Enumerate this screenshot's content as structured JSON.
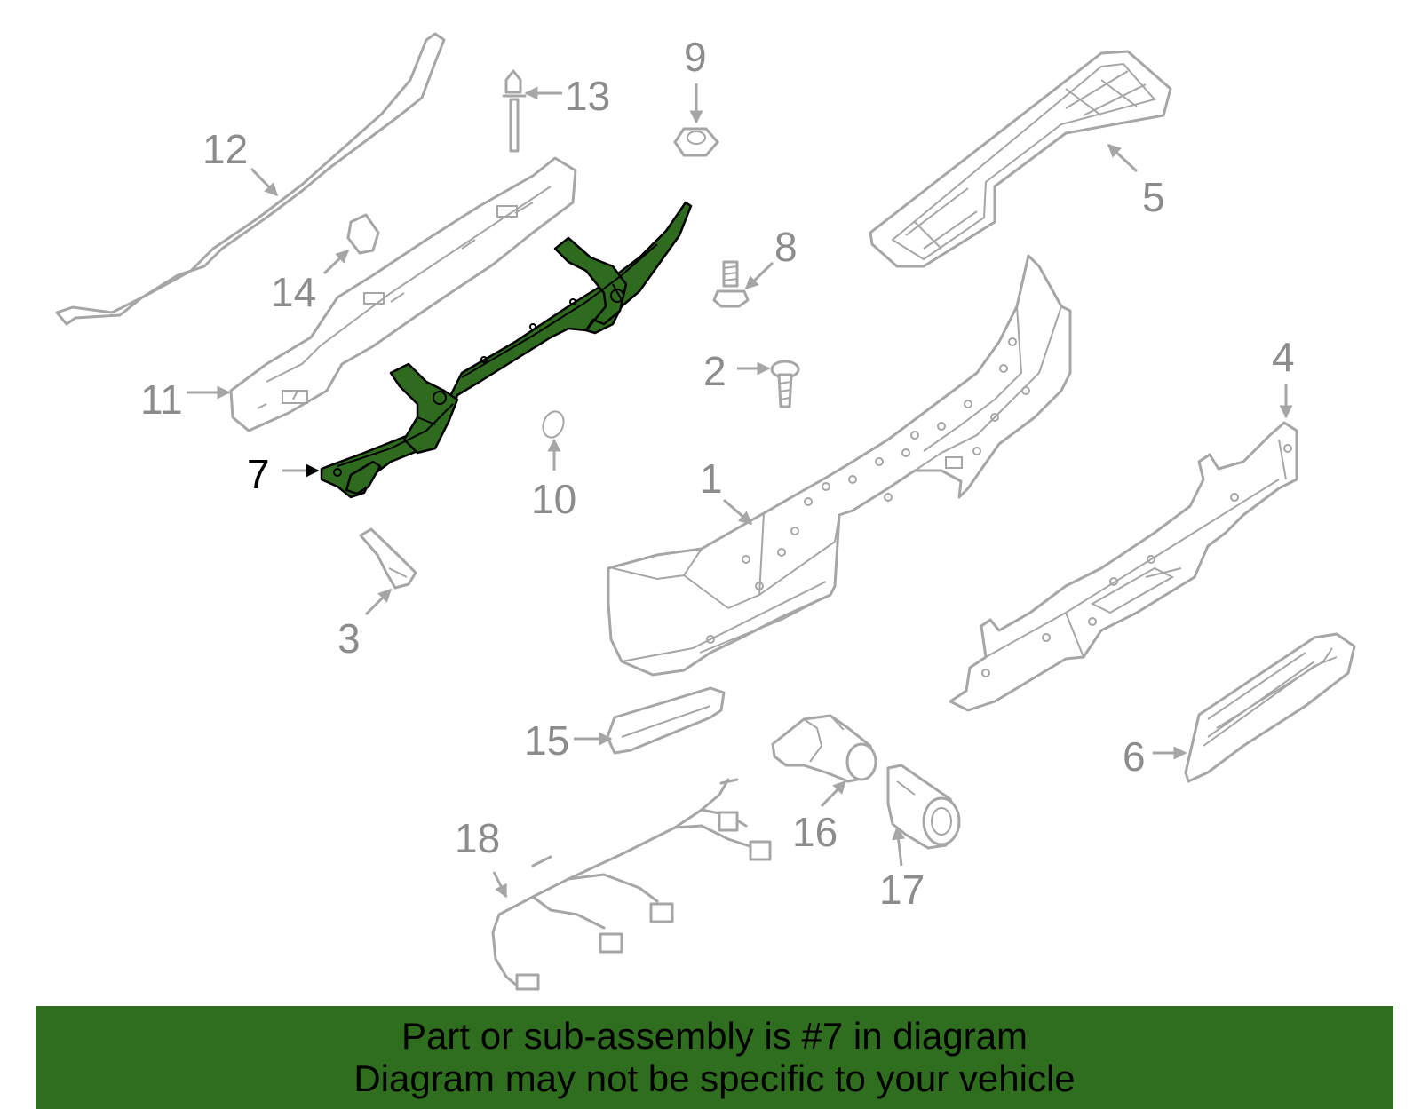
{
  "diagram": {
    "highlighted_part": "7",
    "accent_color": "#2e6b1f",
    "callouts": [
      "1",
      "2",
      "3",
      "4",
      "5",
      "6",
      "7",
      "8",
      "9",
      "10",
      "11",
      "12",
      "13",
      "14",
      "15",
      "16",
      "17",
      "18"
    ]
  },
  "banner": {
    "line1": "Part or sub-assembly is #7 in diagram",
    "line2": "Diagram may not be specific to your vehicle",
    "background_color": "#2f6e1e"
  }
}
